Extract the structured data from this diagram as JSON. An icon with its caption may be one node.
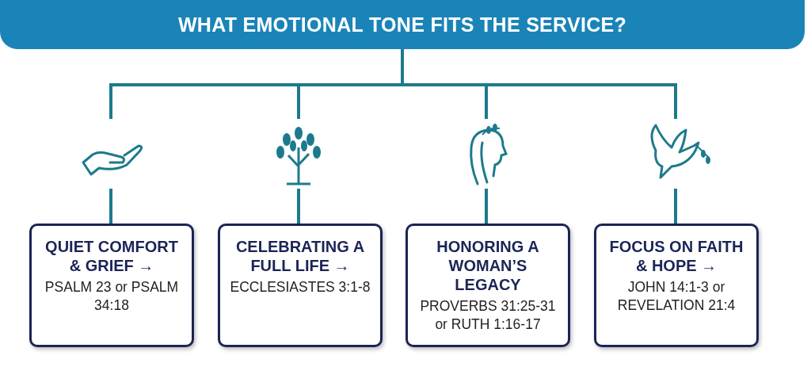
{
  "diagram": {
    "nodes": [
      {
        "text": [
          "WHAT EMOTIONAL TONE FITS THE SERVICE?"
        ]
      },
      {
        "text": [],
        "shape": "picture"
      },
      {
        "text": [],
        "shape": "picture"
      },
      {
        "text": [],
        "shape": "picture"
      },
      {
        "text": [],
        "shape": "picture"
      },
      {
        "text": [
          "QUIET COMFORT & GRIEF →",
          "PSALM 23 or PSALM 34:18"
        ]
      },
      {
        "text": [
          "CELEBRATING A FULL LIFE →",
          "ECCLESIASTES 3:1-8"
        ]
      },
      {
        "text": [
          "HONORING A WOMAN’S LEGACY",
          "PROVERBS 31:25-31 or RUTH 1:16-17"
        ]
      },
      {
        "text": [
          "FOCUS ON FAITH & HOPE →",
          "JOHN 14:1-3 or REVELATION 21:4"
        ]
      }
    ],
    "edges": [
      {
        "from": 0,
        "to": 1,
        "arrow": "none"
      },
      {
        "from": 0,
        "to": 2,
        "arrow": "none"
      },
      {
        "from": 0,
        "to": 3,
        "arrow": "none"
      },
      {
        "from": 0,
        "to": 4,
        "arrow": "none"
      },
      {
        "from": 1,
        "to": 5,
        "arrow": "none"
      },
      {
        "from": 2,
        "to": 6,
        "arrow": "none"
      },
      {
        "from": 3,
        "to": 7,
        "arrow": "none"
      },
      {
        "from": 4,
        "to": 8,
        "arrow": "none"
      }
    ]
  }
}
